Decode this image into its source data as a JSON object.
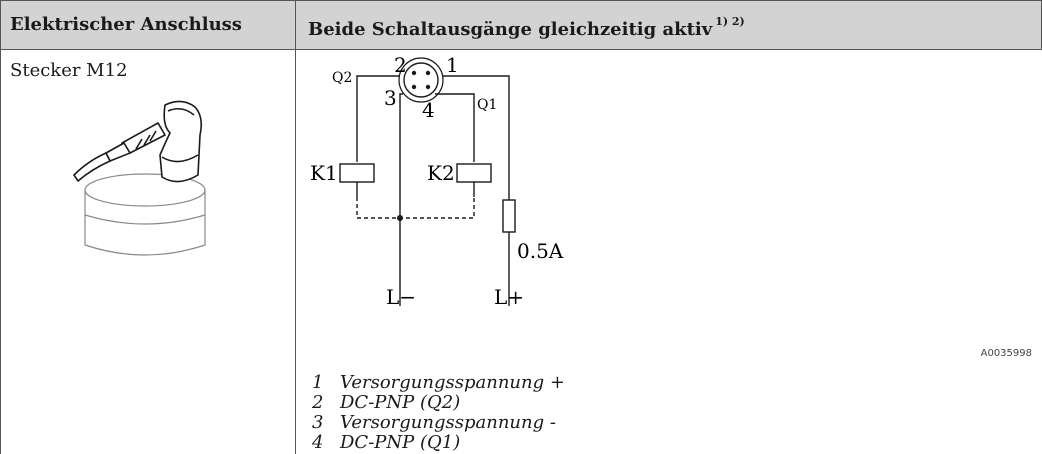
{
  "table": {
    "header": {
      "col1": "Elektrischer Anschluss",
      "col2": "Beide Schaltausgänge gleichzeitig aktiv",
      "col2_footnotes": "1) 2)"
    },
    "row": {
      "connector_label": "Stecker M12",
      "diagram": {
        "pins": [
          "1",
          "2",
          "3",
          "4"
        ],
        "outputs": [
          "Q1",
          "Q2"
        ],
        "relays": [
          "K1",
          "K2"
        ],
        "fuse": "0.5A",
        "terminals": [
          "L−",
          "L+"
        ],
        "ref_code": "A0035998"
      },
      "legend": [
        {
          "num": "1",
          "text": "Versorgungsspannung +"
        },
        {
          "num": "2",
          "text": "DC-PNP (Q2)"
        },
        {
          "num": "3",
          "text": "Versorgungsspannung -"
        },
        {
          "num": "4",
          "text": "DC-PNP (Q1)"
        }
      ]
    }
  }
}
